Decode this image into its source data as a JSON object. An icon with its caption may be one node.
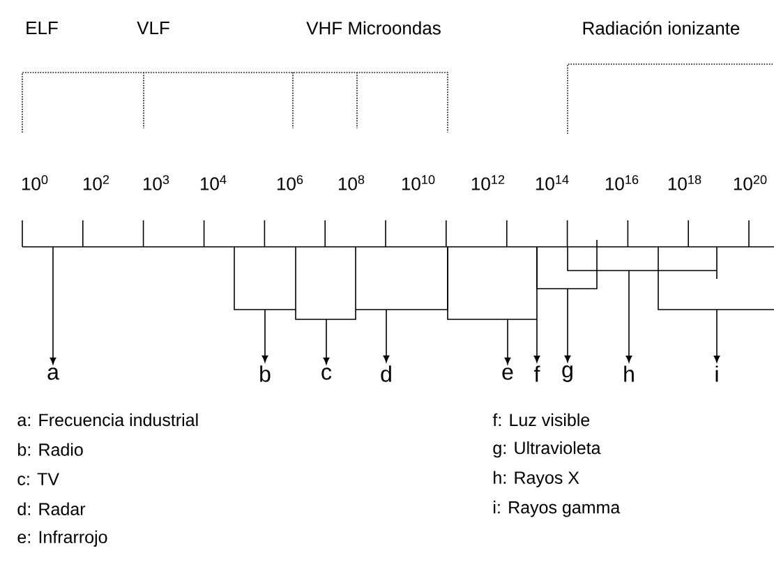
{
  "diagram": {
    "nodes": [
      {
        "text": [],
        "shape": "line"
      },
      {
        "text": [
          "a"
        ]
      },
      {
        "text": [
          "b"
        ]
      },
      {
        "text": [
          "c"
        ]
      },
      {
        "text": [
          "d"
        ]
      },
      {
        "text": [
          "e"
        ]
      },
      {
        "text": [
          "f"
        ]
      },
      {
        "text": [
          "g"
        ]
      },
      {
        "text": [
          "h"
        ]
      },
      {
        "text": [
          "i"
        ]
      }
    ],
    "edges": [
      {
        "from": 0,
        "to": 1,
        "arrow": "to"
      },
      {
        "from": 0,
        "to": 2,
        "arrow": "to"
      },
      {
        "from": 0,
        "to": 3,
        "arrow": "to"
      },
      {
        "from": 0,
        "to": 4,
        "arrow": "to"
      },
      {
        "from": 0,
        "to": 5,
        "arrow": "to"
      },
      {
        "from": 0,
        "to": 6,
        "arrow": "to"
      },
      {
        "from": 0,
        "to": 7,
        "arrow": "to"
      },
      {
        "from": 0,
        "to": 8,
        "arrow": "to"
      },
      {
        "from": 0,
        "to": 9,
        "arrow": "to"
      }
    ],
    "labels": [
      "ELF",
      "VLF",
      "VHF Microondas",
      "Radiación ionizante",
      "10$^{0}$",
      "10$^{2}$",
      "10$^{3}$",
      "10$^{4}$",
      "10$^{6}$",
      "10$^{8}$",
      "10$^{10}$",
      "10$^{12}$",
      "10$^{14}$",
      "10$^{16}$",
      "10$^{18}$",
      "10$^{20}$",
      "a: Frecuencia industrial",
      "f: Luz visible",
      "b: Radio",
      "g: Ultravioleta",
      "c: TV",
      "h: Rayos X",
      "d: Radar",
      "i: Rayos gamma",
      "e: Infrarrojo"
    ]
  }
}
